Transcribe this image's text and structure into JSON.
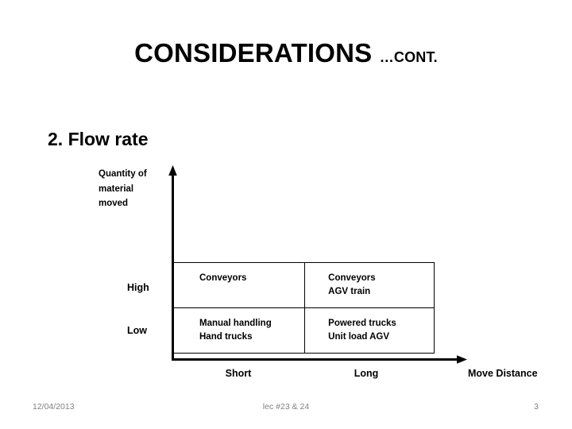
{
  "slide": {
    "title_main": "CONSIDERATIONS ",
    "title_cont": "…CONT.",
    "section_heading": "2. Flow rate"
  },
  "chart_data": {
    "type": "table",
    "title": "2. Flow rate",
    "ylabel": "Quantity of material moved",
    "xlabel": "Move Distance",
    "ylabel_lines": [
      "Quantity of",
      "material",
      "moved"
    ],
    "row_categories": [
      "High",
      "Low"
    ],
    "column_categories": [
      "Short",
      "Long"
    ],
    "grid": true,
    "legend": "none",
    "cells": [
      {
        "row": "High",
        "column": "Short",
        "lines": [
          "Conveyors"
        ]
      },
      {
        "row": "High",
        "column": "Long",
        "lines": [
          "Conveyors",
          "AGV train"
        ]
      },
      {
        "row": "Low",
        "column": "Short",
        "lines": [
          "Manual handling",
          "Hand trucks"
        ]
      },
      {
        "row": "Low",
        "column": "Long",
        "lines": [
          "Powered trucks",
          "Unit load AGV"
        ]
      }
    ]
  },
  "footer": {
    "date": "12/04/2013",
    "center": "lec #23 & 24",
    "page": "3"
  },
  "colors": {
    "background": "#ffffff",
    "text": "#000000",
    "footer_text": "#808080",
    "axis": "#000000",
    "table_border": "#000000"
  }
}
